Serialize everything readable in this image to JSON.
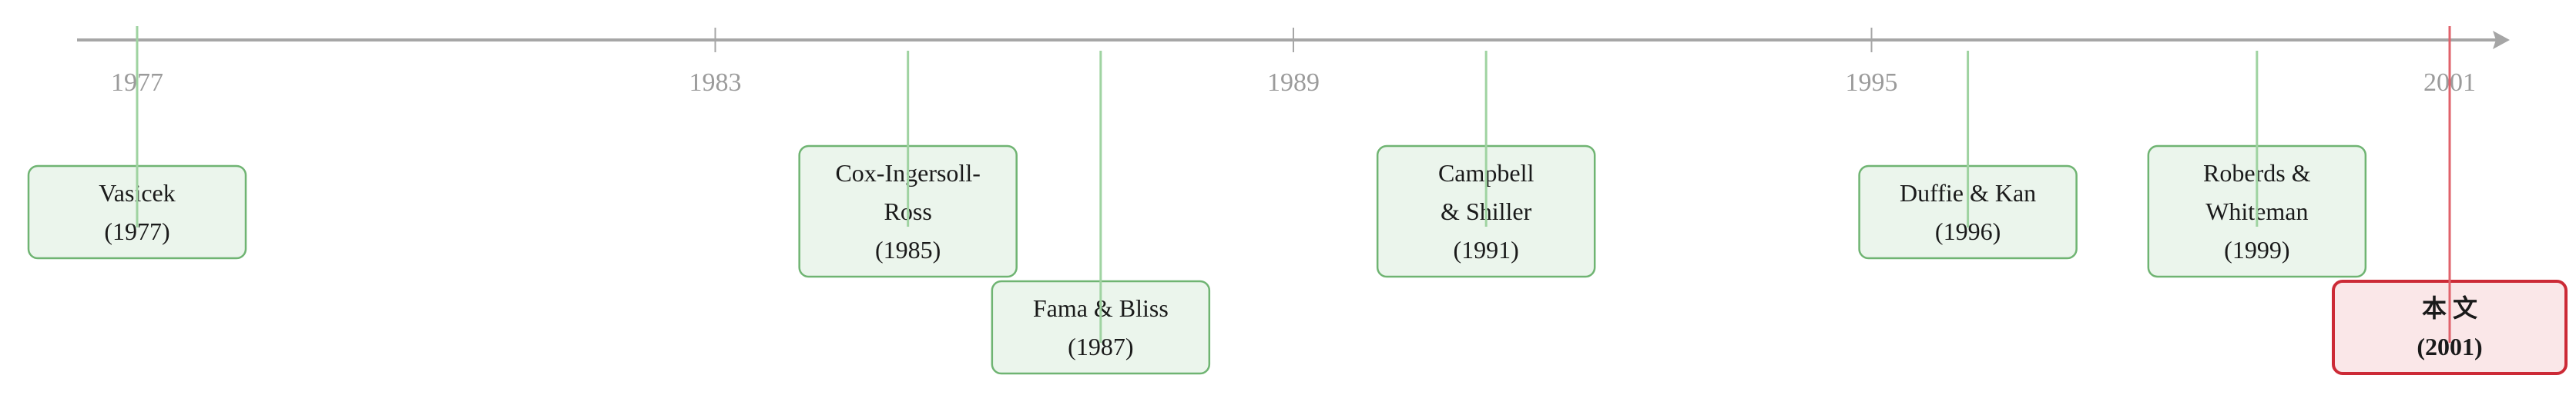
{
  "axis": {
    "ticks": [
      "1977",
      "1983",
      "1989",
      "1995",
      "2001"
    ]
  },
  "events": [
    {
      "lines": [
        "Vasicek",
        "(1977)"
      ],
      "year": 1977,
      "highlight": false
    },
    {
      "lines": [
        "Cox-Ingersoll-",
        "Ross",
        "(1985)"
      ],
      "year": 1985,
      "highlight": false
    },
    {
      "lines": [
        "Fama & Bliss",
        "(1987)"
      ],
      "year": 1987,
      "highlight": false
    },
    {
      "lines": [
        "Campbell",
        "& Shiller",
        "(1991)"
      ],
      "year": 1991,
      "highlight": false
    },
    {
      "lines": [
        "Duffie & Kan",
        "(1996)"
      ],
      "year": 1996,
      "highlight": false
    },
    {
      "lines": [
        "Roberds &",
        "Whiteman",
        "(1999)"
      ],
      "year": 1999,
      "highlight": false
    },
    {
      "lines": [
        "本 文",
        "(2001)"
      ],
      "year": 2001,
      "highlight": true
    }
  ],
  "colors": {
    "axis": "#a6a6a6",
    "tick_label": "#9b9b9b",
    "box_fill": "#e8f3e9",
    "box_stroke": "#6fb472",
    "connector": "#9fd3a1",
    "highlight_fill": "#f9e4e6",
    "highlight_stroke": "#cc2a36",
    "highlight_connector": "#e0626b"
  }
}
